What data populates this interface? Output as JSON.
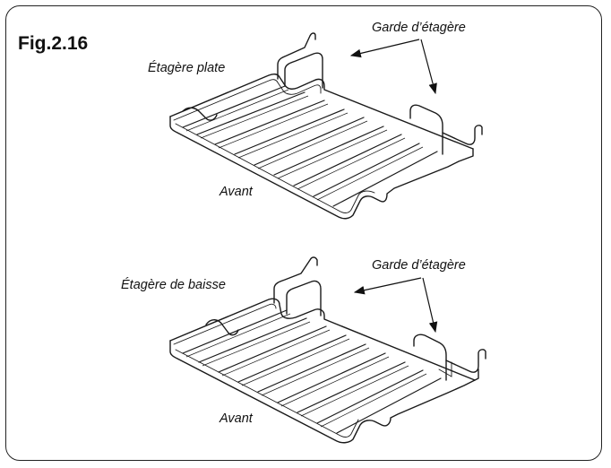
{
  "figure_label": "Fig.2.16",
  "top_rack": {
    "title": "Étagère plate",
    "guard_label": "Garde d’étagère",
    "front_label": "Avant"
  },
  "bottom_rack": {
    "title": "Étagère de baisse",
    "guard_label": "Garde d’étagère",
    "front_label": "Avant"
  }
}
